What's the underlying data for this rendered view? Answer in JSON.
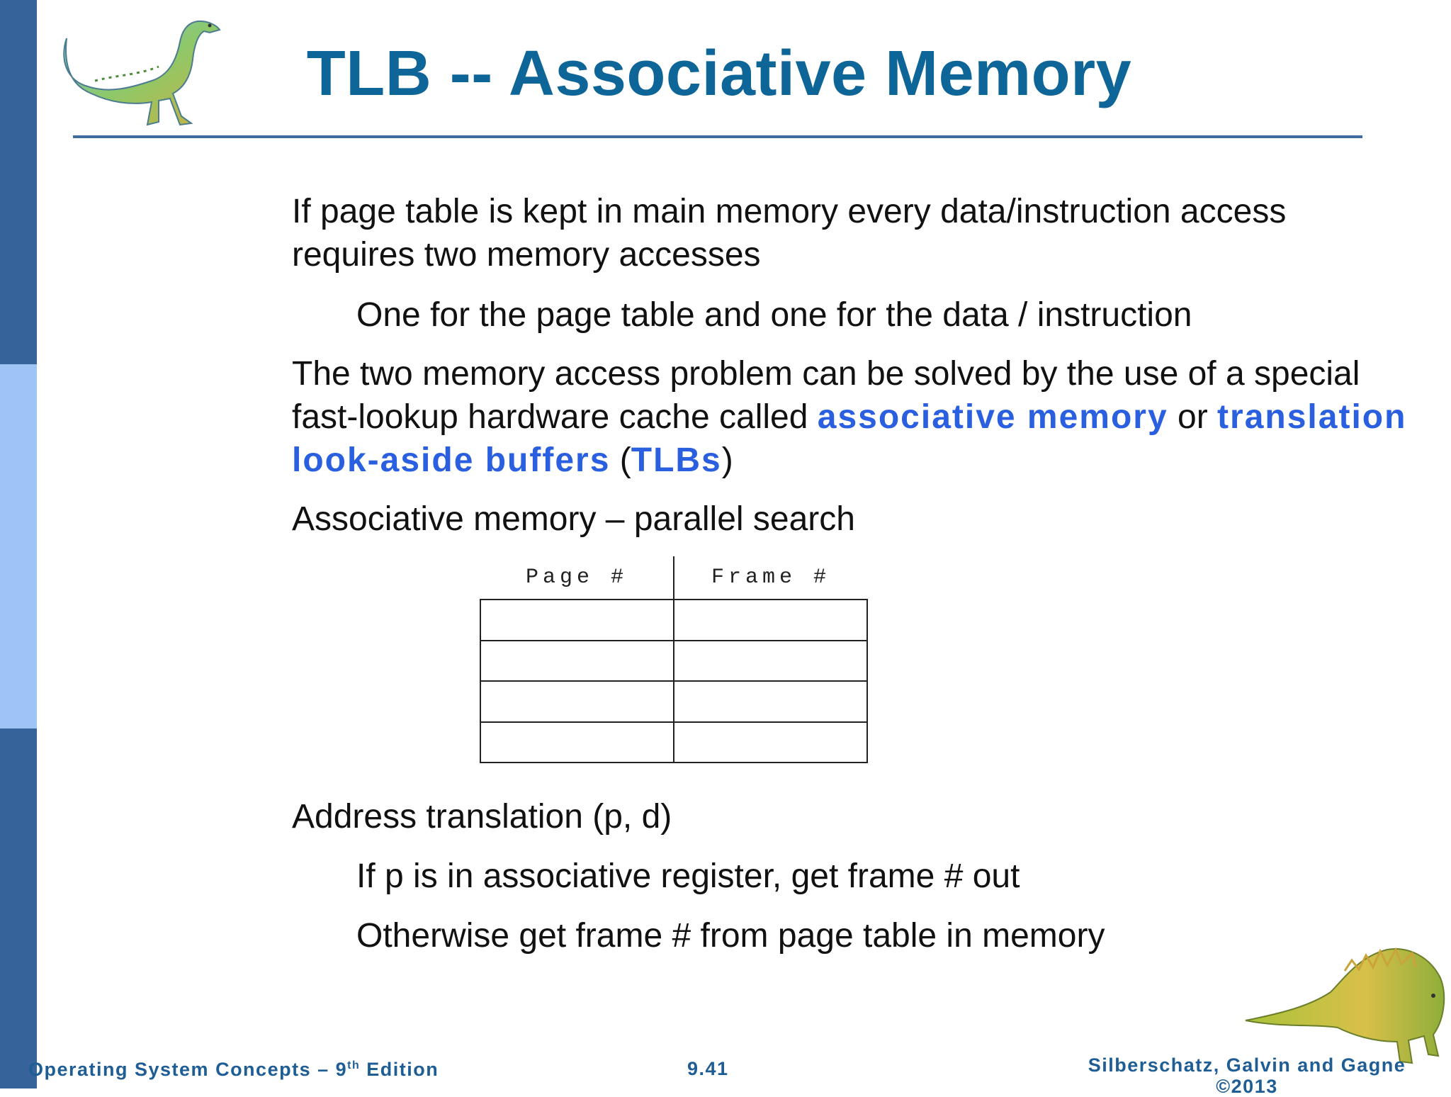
{
  "slide": {
    "title": "TLB -- Associative Memory",
    "bullets": {
      "b1": "If page table is kept in main memory every data/instruction access requires two memory accesses",
      "b1_sub": "One for the page table and one for the data / instruction",
      "b2_prefix": "The two memory access problem can be solved by the use of a special fast-lookup hardware cache called ",
      "b2_kw1": "associative memory",
      "b2_mid": " or ",
      "b2_kw2": "translation look-aside buffers",
      "b2_paren_open": " (",
      "b2_kw3": "TLBs",
      "b2_paren_close": ")",
      "b3": "Associative memory – parallel search",
      "b4": "Address translation (p, d)",
      "b4_sub1": "If p is in associative register, get frame # out",
      "b4_sub2": "Otherwise get frame # from page table in memory"
    },
    "table": {
      "headers": [
        "Page #",
        "Frame #"
      ],
      "row_count": 4
    }
  },
  "footer": {
    "left_prefix": "Operating System Concepts – 9",
    "left_sup": "th",
    "left_suffix": " Edition",
    "center": "9.41",
    "right_line1": "Silberschatz, Galvin and Gagne",
    "right_line2": "©2013"
  },
  "colors": {
    "title": "#0e6597",
    "keyword": "#2a5fdf",
    "sidebar_dark": "#36649a",
    "sidebar_light": "#9dc4f4",
    "footer": "#1f5d95"
  },
  "icons": [
    "dinosaur-logo-icon",
    "dinosaur-corner-icon"
  ]
}
